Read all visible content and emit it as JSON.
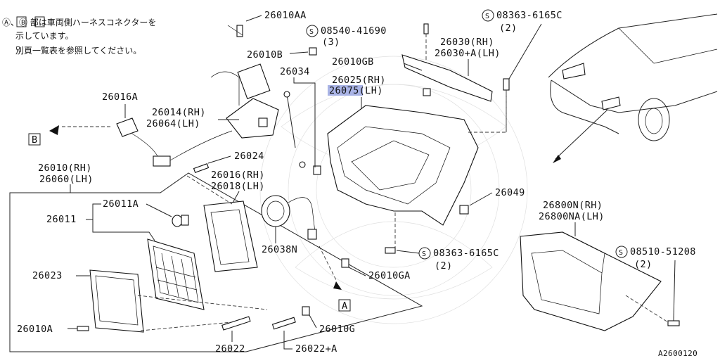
{
  "notes": {
    "line1": "Ⓐ、Ⓑ 部は車両側ハーネスコネクターを",
    "line2": "示しています。",
    "line3": "別頁一覧表を参照してください。"
  },
  "connector_refs": {
    "a": "A",
    "b": "B"
  },
  "labels": {
    "p26010AA": "26010AA",
    "p26010B": "26010B",
    "p26016A": "26016A",
    "p26014rh": "26014(RH)",
    "p26064lh": "26064(LH)",
    "p26034": "26034",
    "p26024": "26024",
    "p26010rh": "26010(RH)",
    "p26060lh": "26060(LH)",
    "p26016rh": "26016(RH)",
    "p26018lh": "26018(LH)",
    "p26011": "26011",
    "p26011A": "26011A",
    "p26038N": "26038N",
    "p26023": "26023",
    "p26010A": "26010A",
    "p26022": "26022",
    "p26022A": "26022+A",
    "p26010G": "26010G",
    "p26010GA": "26010GA",
    "p26010GB": "26010GB",
    "p26025rh": "26025(RH)",
    "p26075lh": "26075(LH)",
    "p26030rh": "26030(RH)",
    "p26030alh": "26030+A(LH)",
    "p26049": "26049",
    "p26800Nrh": "26800N(RH)",
    "p26800NAlh": "26800NA(LH)",
    "s08540": "08540-41690",
    "s08540qty": "(3)",
    "s08363top": "08363-6165C",
    "s08363topqty": "(2)",
    "s08363mid": "08363-6165C",
    "s08363midqty": "(2)",
    "s08510": "08510-51208",
    "s08510qty": "(2)",
    "circle_s": "S"
  },
  "figure_id": "A2600120",
  "colors": {
    "highlight": "#aab4e6",
    "ink": "#111111",
    "background": "#ffffff"
  }
}
